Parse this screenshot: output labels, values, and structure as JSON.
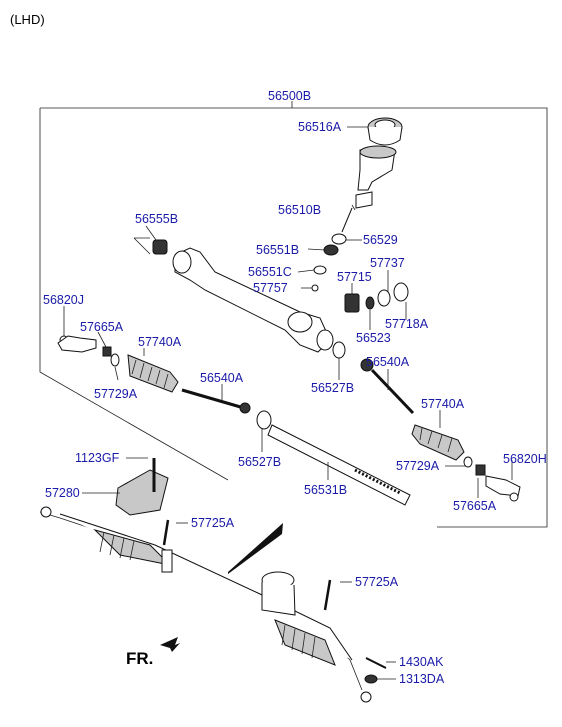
{
  "header": {
    "variant": "(LHD)"
  },
  "assembly_label": "56500B",
  "direction_label": "FR.",
  "labels": {
    "p56516A": "56516A",
    "p56510B": "56510B",
    "p56555B": "56555B",
    "p56551B": "56551B",
    "p56529": "56529",
    "p56551C": "56551C",
    "p57737": "57737",
    "p57715": "57715",
    "p57757": "57757",
    "p56820J": "56820J",
    "p57718A": "57718A",
    "p57665A_l": "57665A",
    "p56523": "56523",
    "p57740A_l": "57740A",
    "p56540A_r": "56540A",
    "p56527B_r": "56527B",
    "p57729A_l": "57729A",
    "p56540A_l": "56540A",
    "p57740A_r": "57740A",
    "p1123GF": "1123GF",
    "p56527B_l": "56527B",
    "p56820H": "56820H",
    "p57729A_r": "57729A",
    "p56531B": "56531B",
    "p57665A_r": "57665A",
    "p57280": "57280",
    "p57725A_a": "57725A",
    "p57725A_b": "57725A",
    "p1430AK": "1430AK",
    "p1313DA": "1313DA"
  },
  "colors": {
    "label": "#1a1aa8",
    "line": "#222222"
  }
}
